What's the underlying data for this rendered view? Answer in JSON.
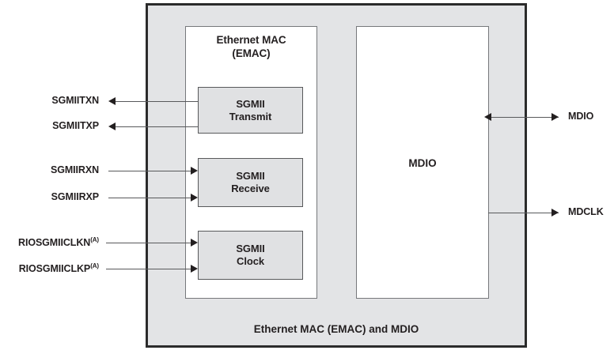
{
  "diagram": {
    "caption": "Ethernet MAC (EMAC) and MDIO",
    "outer_fill": "#e3e4e6",
    "outer_border": "#2b2b2b",
    "block_fill": "#e0e1e3",
    "block_border": "#58595b",
    "line_color": "#58595b",
    "text_color": "#231f20"
  },
  "emac": {
    "title_line1": "Ethernet MAC",
    "title_line2": "(EMAC)",
    "blocks": [
      {
        "line1": "SGMII",
        "line2": "Transmit"
      },
      {
        "line1": "SGMII",
        "line2": "Receive"
      },
      {
        "line1": "SGMII",
        "line2": "Clock"
      }
    ]
  },
  "mdio": {
    "label": "MDIO"
  },
  "signals": {
    "left": [
      {
        "name": "SGMIITXN",
        "superscript": "",
        "direction": "output"
      },
      {
        "name": "SGMIITXP",
        "superscript": "",
        "direction": "output"
      },
      {
        "name": "SGMIIRXN",
        "superscript": "",
        "direction": "input"
      },
      {
        "name": "SGMIIRXP",
        "superscript": "",
        "direction": "input"
      },
      {
        "name": "RIOSGMIICLKN",
        "superscript": "(A)",
        "direction": "input"
      },
      {
        "name": "RIOSGMIICLKP",
        "superscript": "(A)",
        "direction": "input"
      }
    ],
    "right": [
      {
        "name": "MDIO",
        "superscript": "",
        "direction": "bidirectional"
      },
      {
        "name": "MDCLK",
        "superscript": "",
        "direction": "output"
      }
    ]
  }
}
